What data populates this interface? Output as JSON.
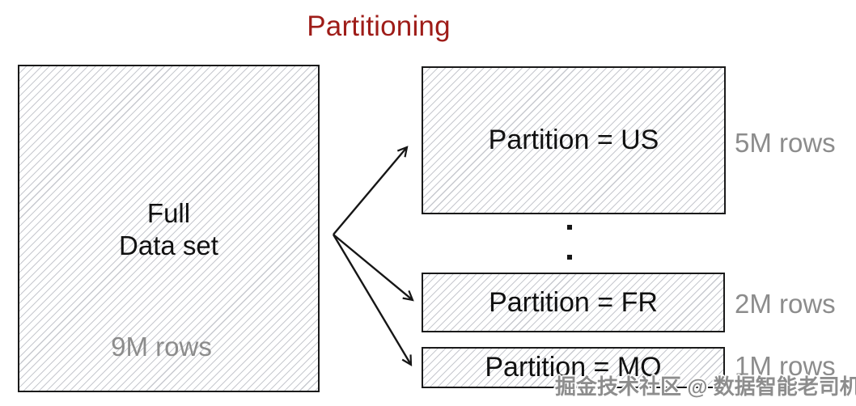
{
  "title": "Partitioning",
  "source_box": {
    "label_line1": "Full",
    "label_line2": "Data set",
    "rows": "9M rows"
  },
  "partitions": [
    {
      "label": "Partition = US",
      "rows": "5M rows"
    },
    {
      "label": "Partition = FR",
      "rows": "2M rows"
    },
    {
      "label": "Partition = MO",
      "rows": "1M rows"
    }
  ],
  "icons": {
    "ellipsis": "two-vertical-dots",
    "arrows": "fan-out-arrows-from-full-dataset"
  },
  "watermark": "掘金技术社区 @ 数据智能老司机",
  "colors": {
    "title": "#9E1C18",
    "text": "#111111",
    "muted_gray": "#8C8C8C",
    "hatch_line": "#C7C9CF",
    "border": "#1A1A1A",
    "background": "#FFFFFF"
  }
}
